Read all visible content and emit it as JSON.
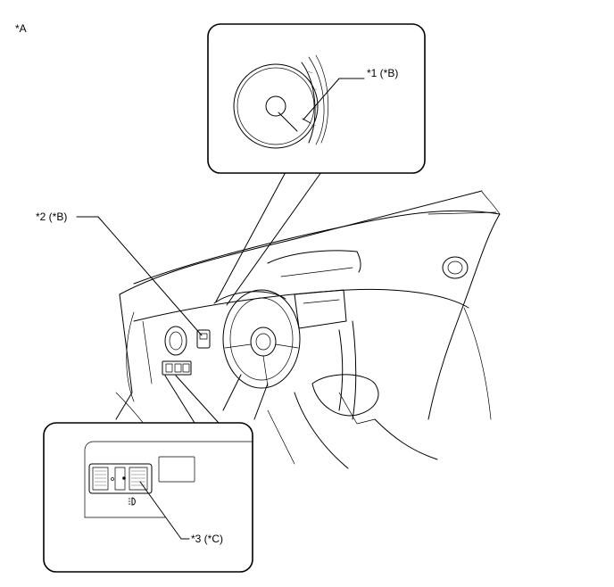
{
  "figure_label": "*A",
  "callouts": {
    "c1": "*1 (*B)",
    "c2": "*2 (*B)",
    "c3": "*3 (*C)"
  }
}
